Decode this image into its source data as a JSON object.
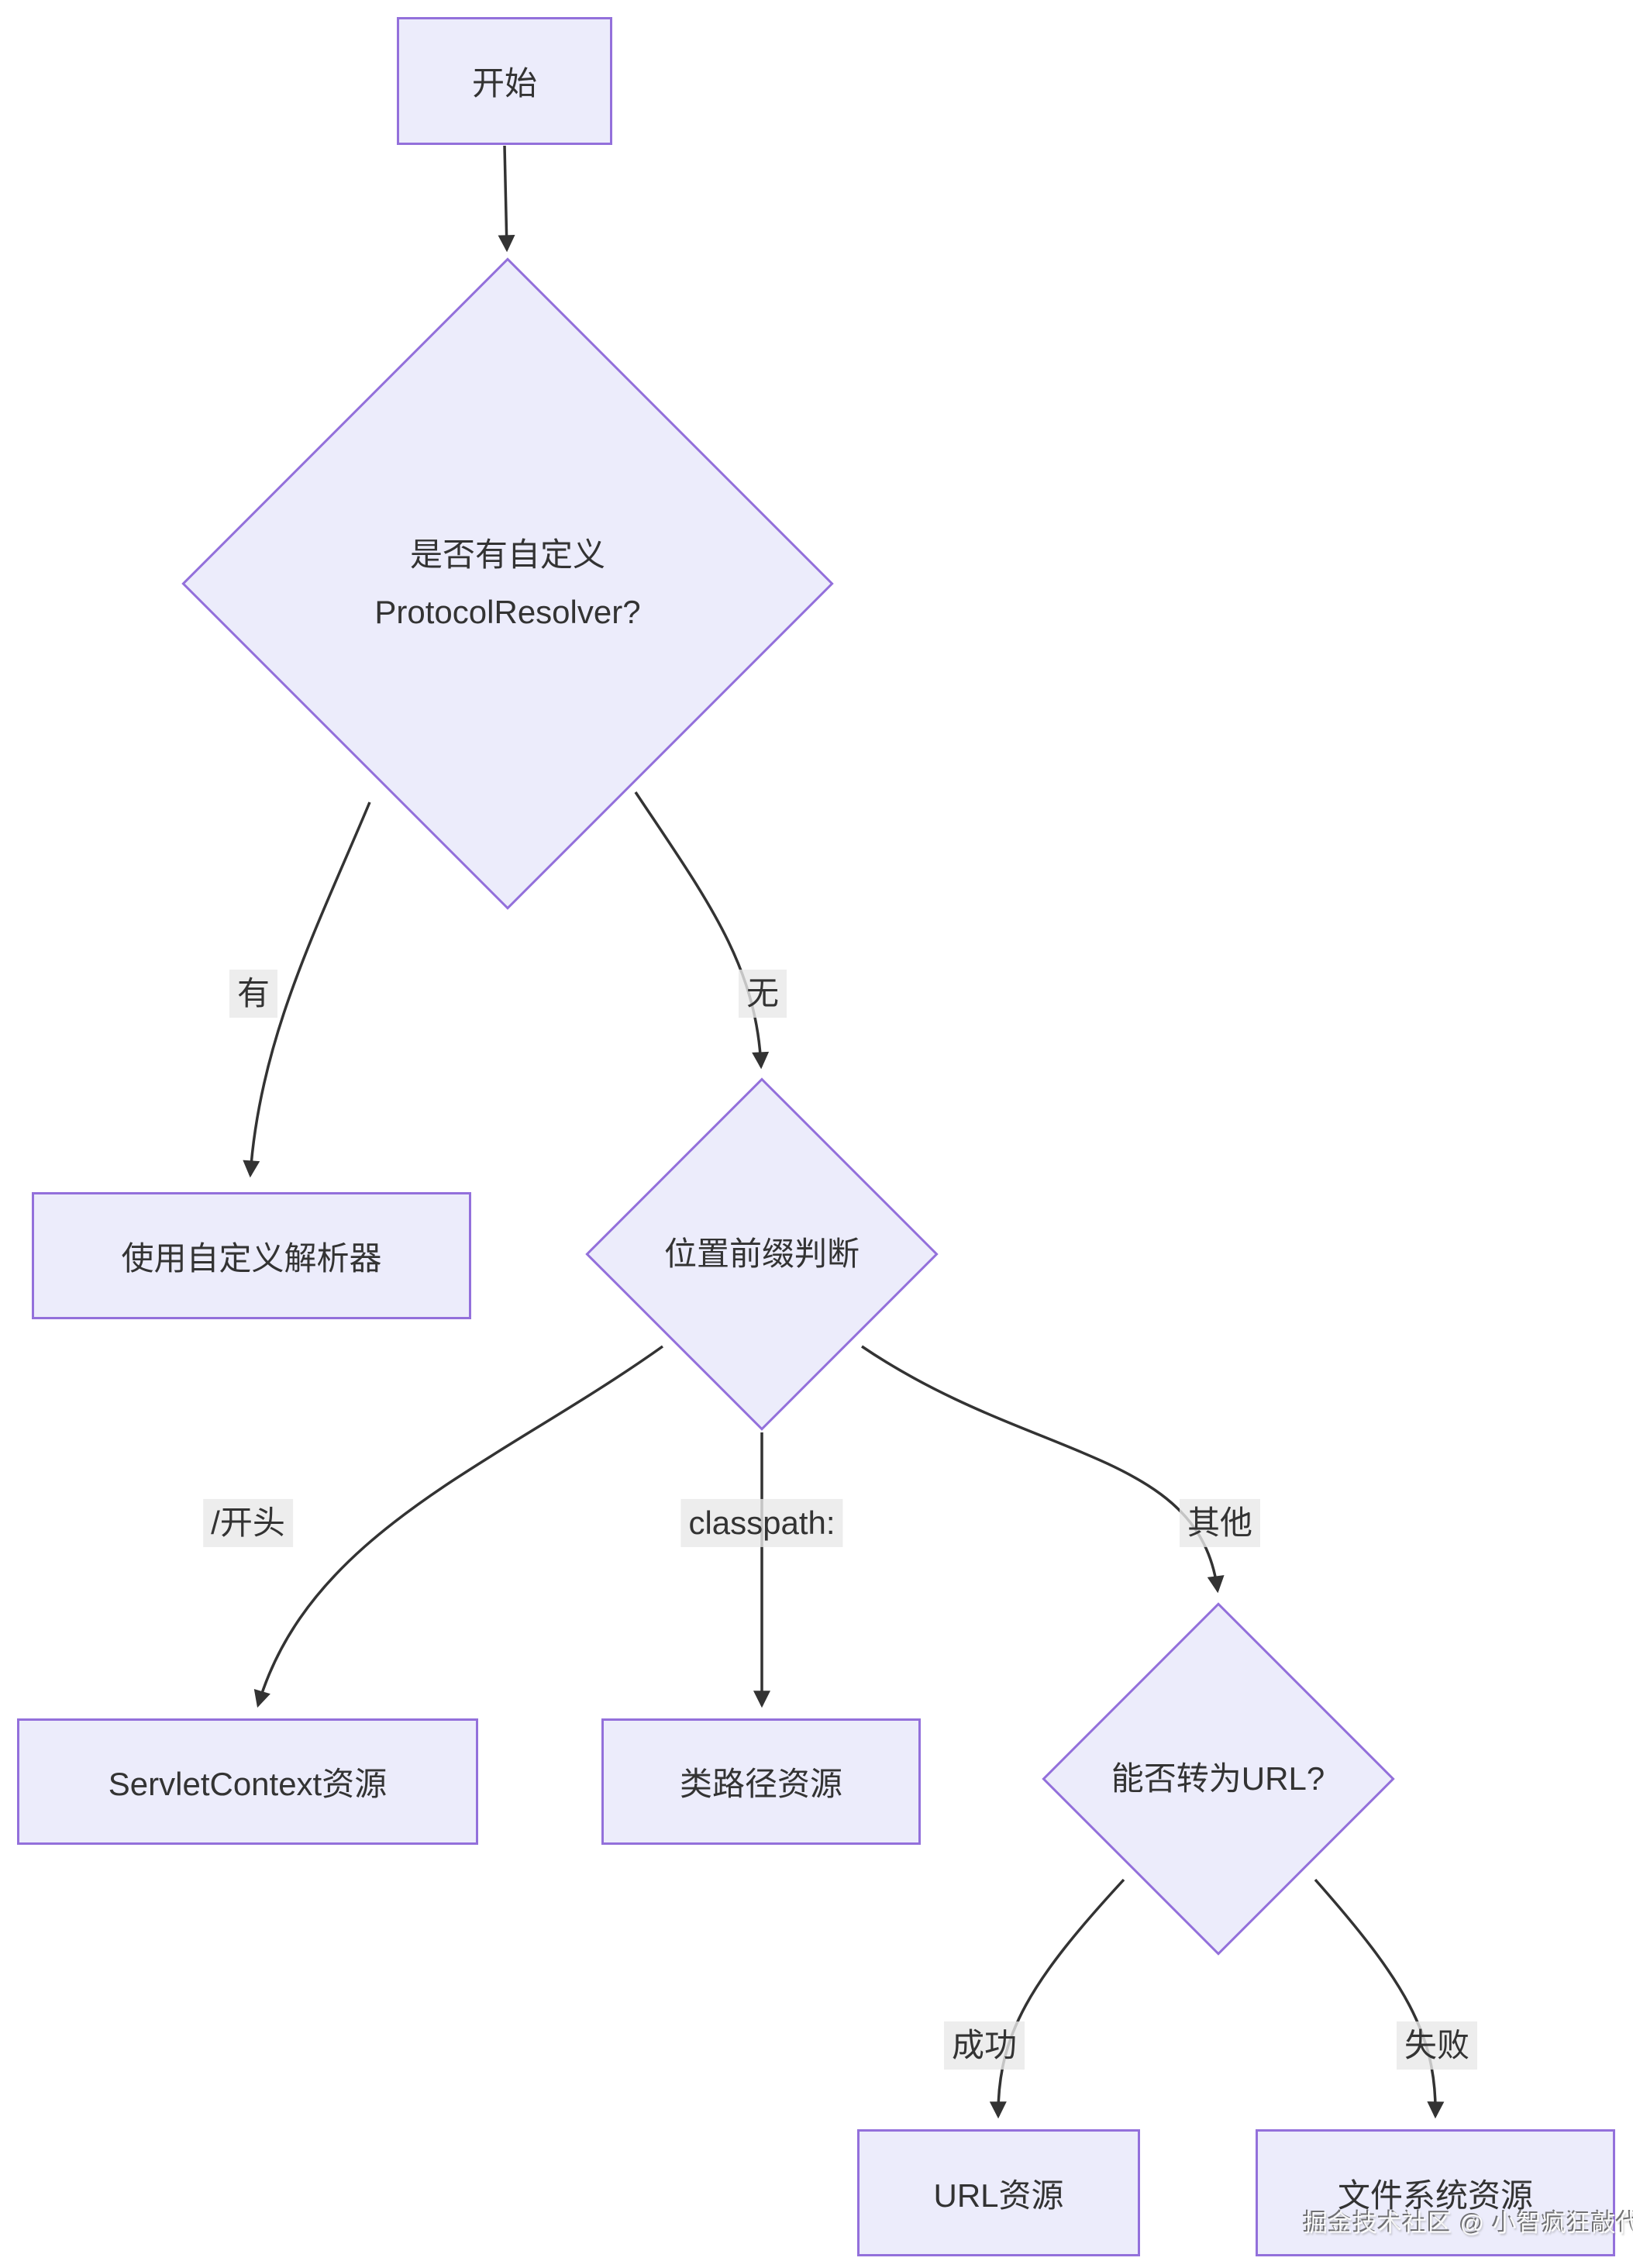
{
  "diagram": {
    "type": "flowchart",
    "nodes": {
      "start": {
        "label": "开始"
      },
      "protocol_check": {
        "label_line1": "是否有自定义",
        "label_line2": "ProtocolResolver?"
      },
      "custom_resolver": {
        "label": "使用自定义解析器"
      },
      "prefix_check": {
        "label": "位置前缀判断"
      },
      "servlet_context": {
        "label": "ServletContext资源"
      },
      "classpath_resource": {
        "label": "类路径资源"
      },
      "url_check": {
        "label": "能否转为URL?"
      },
      "url_resource": {
        "label": "URL资源"
      },
      "filesystem_resource": {
        "label": "文件系统资源"
      }
    },
    "edge_labels": {
      "has": "有",
      "none": "无",
      "slash_prefix": "/开头",
      "classpath_prefix": "classpath:",
      "other": "其他",
      "success": "成功",
      "fail": "失败"
    },
    "edges": [
      {
        "from": "start",
        "to": "protocol_check",
        "label": ""
      },
      {
        "from": "protocol_check",
        "to": "custom_resolver",
        "label": "有"
      },
      {
        "from": "protocol_check",
        "to": "prefix_check",
        "label": "无"
      },
      {
        "from": "prefix_check",
        "to": "servlet_context",
        "label": "/开头"
      },
      {
        "from": "prefix_check",
        "to": "classpath_resource",
        "label": "classpath:"
      },
      {
        "from": "prefix_check",
        "to": "url_check",
        "label": "其他"
      },
      {
        "from": "url_check",
        "to": "url_resource",
        "label": "成功"
      },
      {
        "from": "url_check",
        "to": "filesystem_resource",
        "label": "失败"
      }
    ],
    "watermark": "掘金技术社区 @ 小智疯狂敲代码",
    "colors": {
      "node_fill": "#ececfb",
      "node_border": "#9370db",
      "edge": "#333333",
      "text": "#333333",
      "label_bg": "#e8e8e8",
      "background": "#ffffff"
    }
  }
}
